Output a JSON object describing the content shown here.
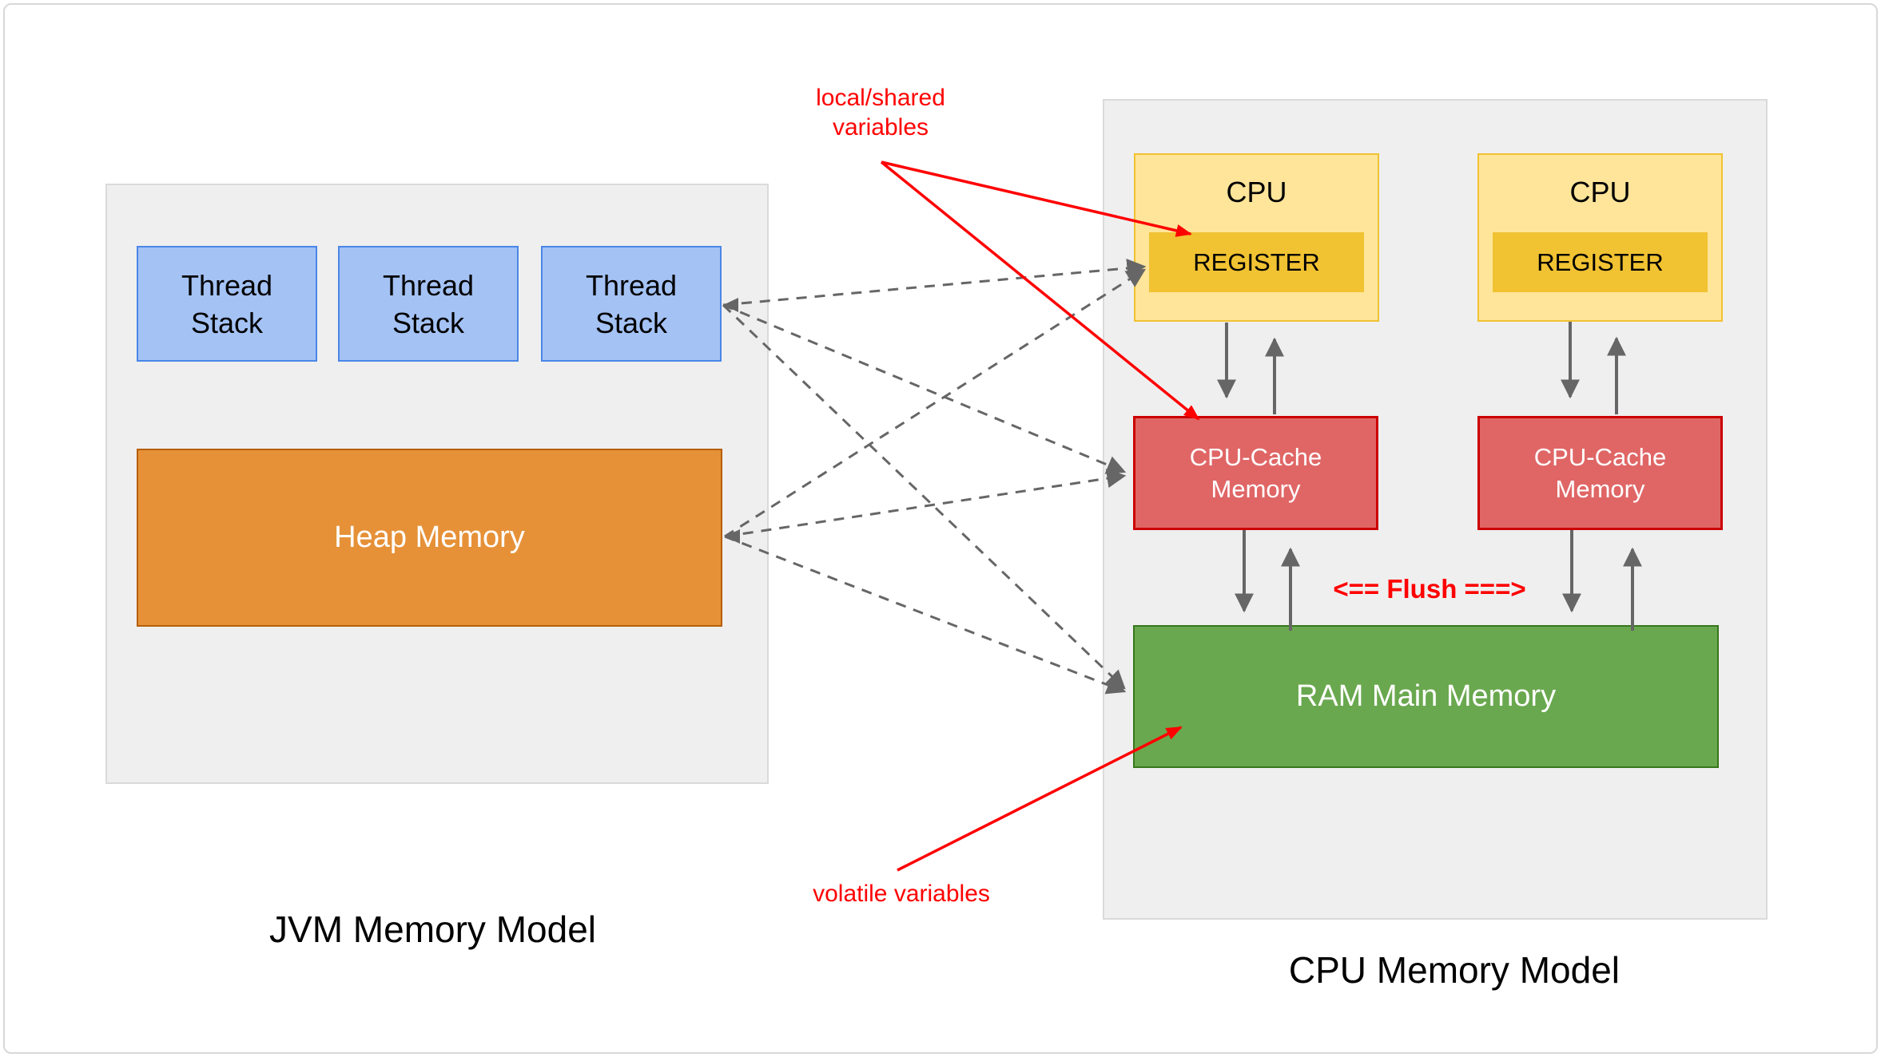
{
  "jvm": {
    "title": "JVM Memory Model",
    "thread_stacks": [
      {
        "label": "Thread Stack"
      },
      {
        "label": "Thread Stack"
      },
      {
        "label": "Thread Stack"
      }
    ],
    "heap_label": "Heap Memory"
  },
  "cpu": {
    "title": "CPU Memory Model",
    "units": [
      {
        "label": "CPU",
        "register_label": "REGISTER"
      },
      {
        "label": "CPU",
        "register_label": "REGISTER"
      }
    ],
    "caches": [
      {
        "label": "CPU-Cache Memory"
      },
      {
        "label": "CPU-Cache Memory"
      }
    ],
    "ram_label": "RAM Main Memory",
    "flush_label": "<== Flush ===>"
  },
  "annotations": {
    "local_shared_label": "local/shared variables",
    "volatile_label": "volatile variables"
  },
  "colors": {
    "panel_gray": "#efefef",
    "panel_border": "#dadada",
    "thread_fill": "#a4c2f4",
    "thread_border": "#4a86e8",
    "heap_fill": "#e69138",
    "heap_border": "#b45f06",
    "cpu_fill": "#ffe599",
    "cpu_border": "#f1c232",
    "register_fill": "#f1c232",
    "cache_fill": "#e06666",
    "cache_border": "#cc0000",
    "ram_fill": "#6aa84f",
    "ram_border": "#38761d",
    "arrow_gray": "#666666",
    "annotation_red": "#ff0000"
  }
}
